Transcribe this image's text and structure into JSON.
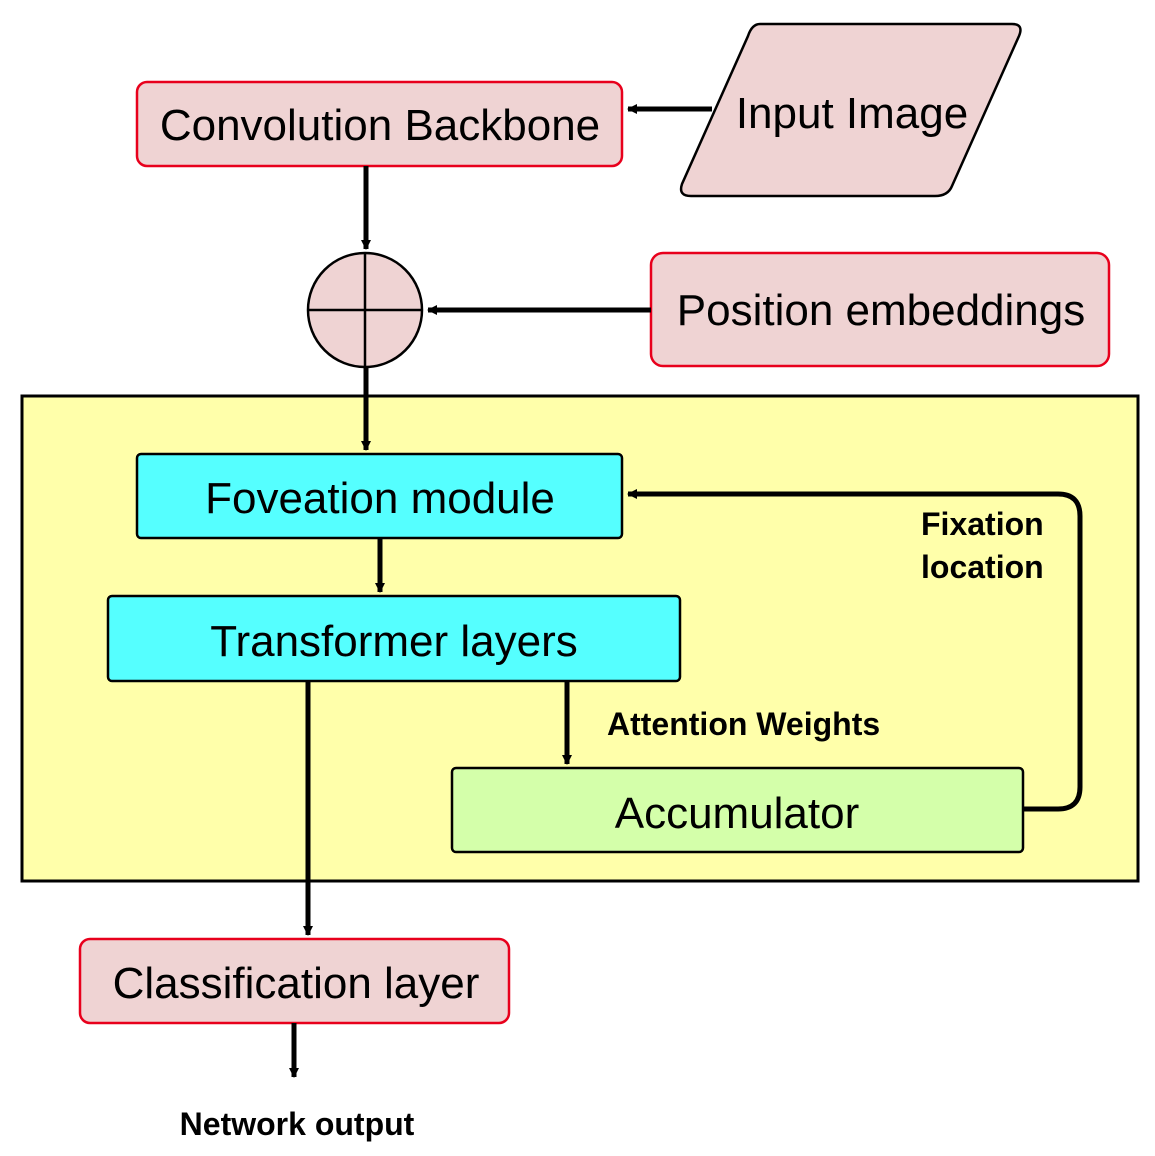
{
  "colors": {
    "pink_fill": "#EFD3D3",
    "red_border": "#E8001C",
    "cyan_fill": "#55FFFF",
    "green_fill": "#D4FFAA",
    "yellow_fill": "#FFFFAA",
    "stroke": "#000000"
  },
  "nodes": {
    "convolution_backbone": "Convolution Backbone",
    "input_image": "Input Image",
    "position_embeddings": "Position embeddings",
    "foveation_module": "Foveation module",
    "transformer_layers": "Transformer layers",
    "accumulator": "Accumulator",
    "classification_layer": "Classification layer"
  },
  "edge_labels": {
    "fixation_location_line1": "Fixation",
    "fixation_location_line2": "location",
    "attention_weights": "Attention Weights",
    "network_output": "Network output"
  },
  "icons": {
    "sum_node": "circled-plus-icon"
  }
}
